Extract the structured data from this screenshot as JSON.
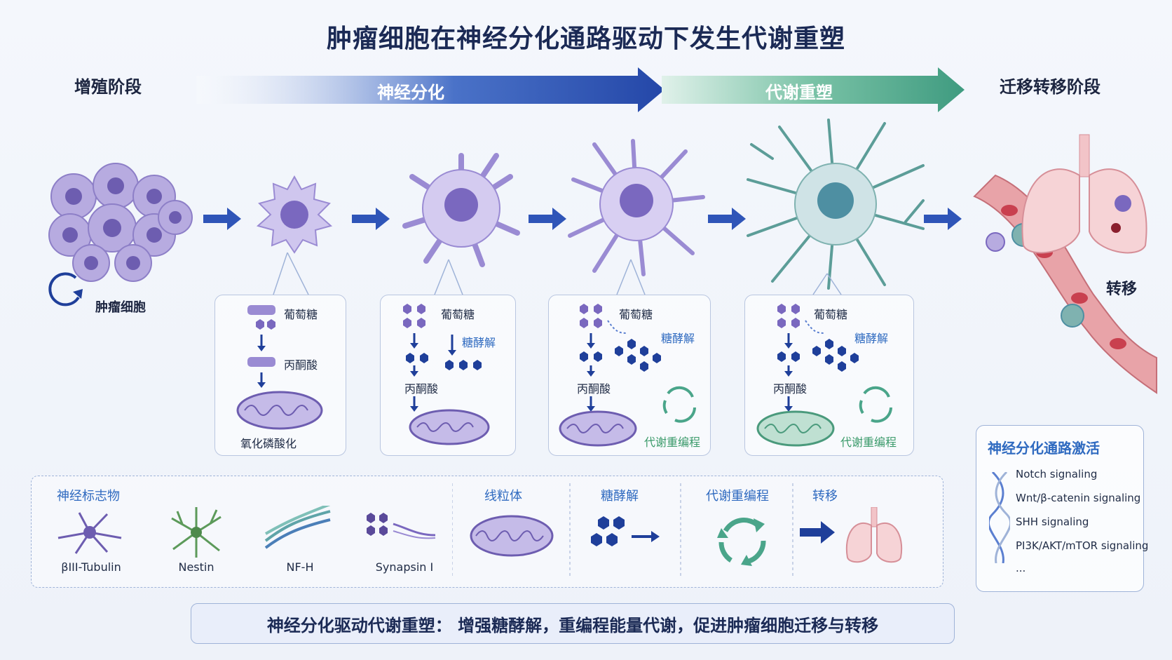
{
  "title": "肿瘤细胞在神经分化通路驱动下发生代谢重塑",
  "stages": {
    "proliferation": "增殖阶段",
    "neural_diff": "神经分化",
    "metabolic": "代谢重塑",
    "migration": "迁移转移阶段"
  },
  "cluster_label": "肿瘤细胞",
  "metastasis_label": "转移",
  "panels": [
    {
      "glucose": "葡萄糖",
      "pyruvate": "丙酮酸",
      "mito": "氧化磷酸化"
    },
    {
      "glucose": "葡萄糖",
      "glycolysis": "糖酵解",
      "pyruvate": "丙酮酸"
    },
    {
      "glucose": "葡萄糖",
      "glycolysis": "糖酵解",
      "pyruvate": "丙酮酸",
      "reprog": "代谢重编程"
    },
    {
      "glucose": "葡萄糖",
      "glycolysis": "糖酵解",
      "pyruvate": "丙酮酸",
      "reprog": "代谢重编程"
    }
  ],
  "legend": {
    "markers_title": "神经标志物",
    "markers": [
      "βIII-Tubulin",
      "Nestin",
      "NF-H",
      "Synapsin I"
    ],
    "mito": "线粒体",
    "glycolysis": "糖酵解",
    "reprog": "代谢重编程",
    "metastasis": "转移"
  },
  "pathways": {
    "title": "神经分化通路激活",
    "items": [
      "Notch signaling",
      "Wnt/β-catenin signaling",
      "SHH signaling",
      "PI3K/AKT/mTOR signaling",
      "..."
    ]
  },
  "summary": "神经分化驱动代谢重塑：  增强糖酵解，重编程能量代谢，促进肿瘤细胞迁移与转移",
  "colors": {
    "blue_arrow": "#2f55b8",
    "green_arrow": "#4aa58a",
    "cell_purple": "#a99ad8",
    "accent_blue": "#2f6ac0",
    "accent_green": "#3a9a6a"
  }
}
